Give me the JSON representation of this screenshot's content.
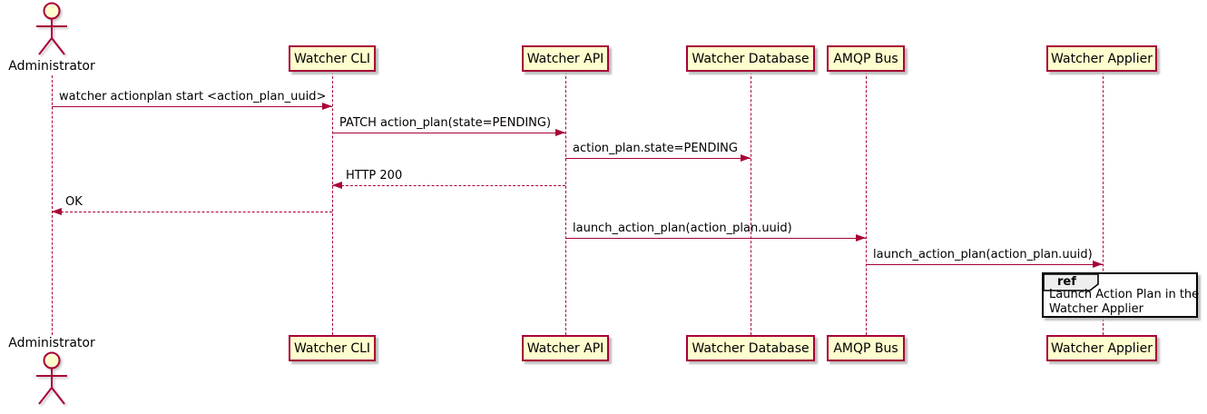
{
  "diagram": {
    "type": "sequence-diagram",
    "actor": {
      "name": "Administrator"
    },
    "participants": [
      {
        "label": "Watcher CLI"
      },
      {
        "label": "Watcher API"
      },
      {
        "label": "Watcher Database"
      },
      {
        "label": "AMQP Bus"
      },
      {
        "label": "Watcher Applier"
      }
    ],
    "messages": [
      {
        "from": "Administrator",
        "to": "Watcher CLI",
        "label": "watcher actionplan start <action_plan_uuid>",
        "line": "solid",
        "direction": "right"
      },
      {
        "from": "Watcher CLI",
        "to": "Watcher API",
        "label": "PATCH action_plan(state=PENDING)",
        "line": "solid",
        "direction": "right"
      },
      {
        "from": "Watcher API",
        "to": "Watcher Database",
        "label": "action_plan.state=PENDING",
        "line": "solid",
        "direction": "right"
      },
      {
        "from": "Watcher API",
        "to": "Watcher CLI",
        "label": "HTTP 200",
        "line": "dashed",
        "direction": "left"
      },
      {
        "from": "Watcher CLI",
        "to": "Administrator",
        "label": "OK",
        "line": "dashed",
        "direction": "left"
      },
      {
        "from": "Watcher API",
        "to": "AMQP Bus",
        "label": "launch_action_plan(action_plan.uuid)",
        "line": "solid",
        "direction": "right"
      },
      {
        "from": "AMQP Bus",
        "to": "Watcher Applier",
        "label": "launch_action_plan(action_plan.uuid)",
        "line": "solid",
        "direction": "right"
      }
    ],
    "ref_fragment": {
      "keyword": "ref",
      "line1": "Launch Action Plan in the",
      "line2": "Watcher Applier"
    },
    "colors": {
      "box_fill": "#FEFECE",
      "box_border": "#A80036",
      "line_color": "#A80036",
      "text_color": "#000000",
      "ref_tab_fill": "#EEEEEE",
      "ref_border": "#000000",
      "background": "#FFFFFF"
    }
  }
}
